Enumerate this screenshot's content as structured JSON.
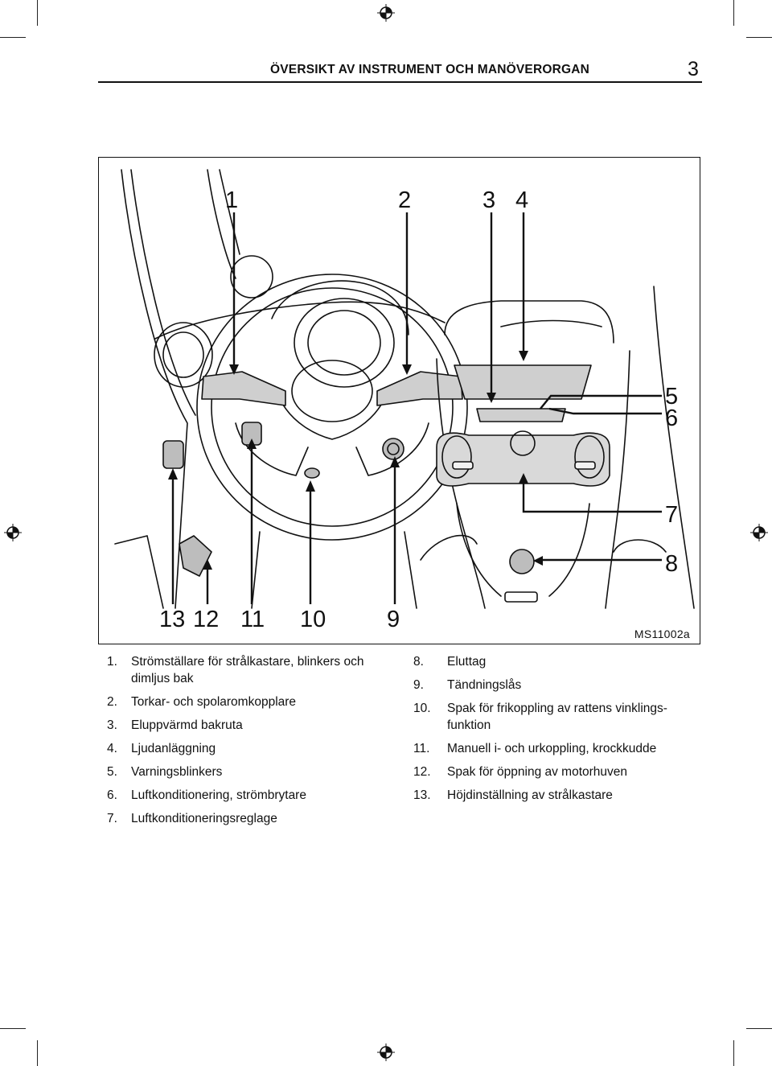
{
  "page": {
    "title": "ÖVERSIKT AV INSTRUMENT OCH MANÖVERORGAN",
    "number": "3"
  },
  "figure": {
    "code": "MS11002a",
    "callouts": [
      "1",
      "2",
      "3",
      "4",
      "5",
      "6",
      "7",
      "8",
      "9",
      "10",
      "11",
      "12",
      "13"
    ]
  },
  "legend": {
    "left": [
      {
        "num": "1.",
        "text": "Strömställare för strålkastare, blinkers och dimljus bak"
      },
      {
        "num": "2.",
        "text": "Torkar- och spolaromkopplare"
      },
      {
        "num": "3.",
        "text": "Eluppvärmd bakruta"
      },
      {
        "num": "4.",
        "text": "Ljudanläggning"
      },
      {
        "num": "5.",
        "text": "Varningsblinkers"
      },
      {
        "num": "6.",
        "text": "Luftkonditionering, strömbrytare"
      },
      {
        "num": "7.",
        "text": "Luftkonditioneringsreglage"
      }
    ],
    "right": [
      {
        "num": "8.",
        "text": "Eluttag"
      },
      {
        "num": "9.",
        "text": "Tändningslås"
      },
      {
        "num": "10.",
        "text": "Spak för frikoppling av rattens vinklings-funktion"
      },
      {
        "num": "11.",
        "text": "Manuell i- och urkoppling, krockkudde"
      },
      {
        "num": "12.",
        "text": "Spak för öppning av motorhuven"
      },
      {
        "num": "13.",
        "text": "Höjdinställning av strålkastare"
      }
    ]
  }
}
